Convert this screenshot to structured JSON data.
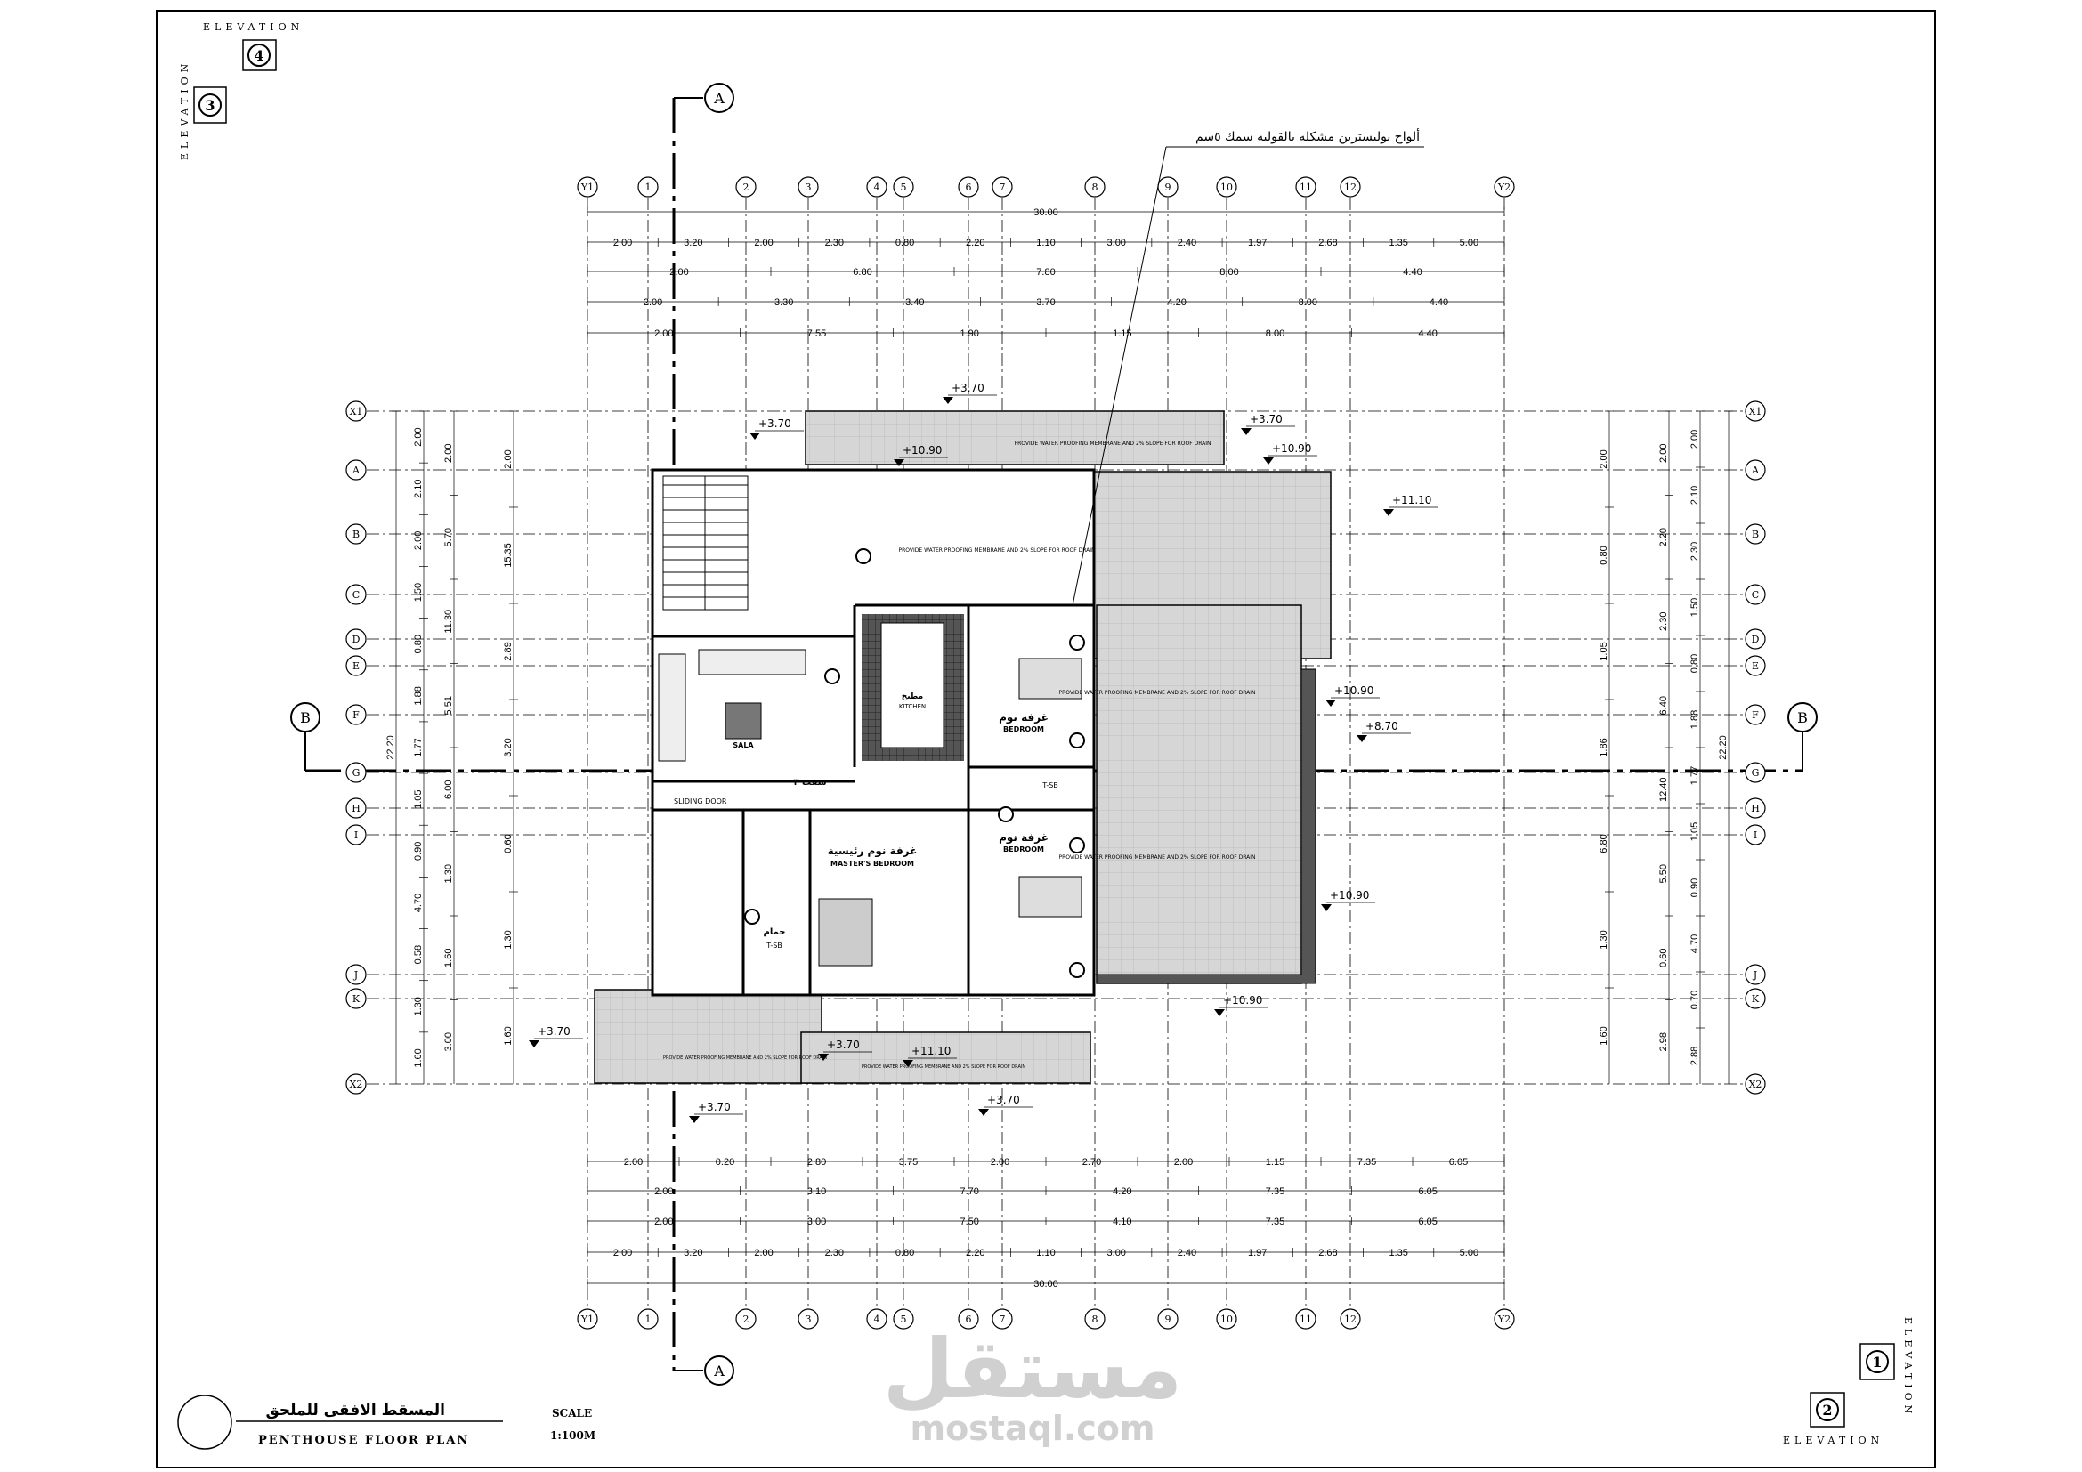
{
  "elevations": {
    "top_title": "ELEVATION",
    "left_title": "ELEVATION",
    "bottom_title": "ELEVATION",
    "right_title": "ELEVATION",
    "tag_top": "4",
    "tag_left": "3",
    "tag_bottom": "2",
    "tag_right": "1"
  },
  "sections": {
    "a": "A",
    "b": "B"
  },
  "grid_cols": [
    "Y1",
    "1",
    "2",
    "3",
    "4",
    "5",
    "6",
    "7",
    "8",
    "9",
    "10",
    "11",
    "12",
    "Y2"
  ],
  "grid_rows": [
    "X1",
    "A",
    "B",
    "C",
    "D",
    "E",
    "F",
    "G",
    "H",
    "I",
    "J",
    "K",
    "X2"
  ],
  "top_dims": {
    "overall": "30.00",
    "row1": [
      "2.00",
      "3.20",
      "2.00",
      "2.30",
      "0.80",
      "2.20",
      "1.10",
      "3.00",
      "2.40",
      "1.97",
      "2.68",
      "1.35",
      "5.00"
    ],
    "row2": [
      "2.00",
      "6.80",
      "7.80",
      "8.00",
      "4.40"
    ],
    "row3": [
      "2.00",
      "3.30",
      "3.40",
      "3.70",
      "4.20",
      "8.00",
      "4.40"
    ],
    "row4": [
      "2.00",
      "7.55",
      "1.90",
      "1.15",
      "8.00",
      "4.40"
    ]
  },
  "bottom_dims": {
    "overall": "30.00",
    "row1": [
      "2.00",
      "0.20",
      "2.80",
      "3.75",
      "2.00",
      "2.70",
      "2.00",
      "1.15",
      "7.35",
      "6.05"
    ],
    "row2": [
      "2.00",
      "3.10",
      "7.70",
      "4.20",
      "7.35",
      "6.05"
    ],
    "row3": [
      "2.00",
      "3.00",
      "7.50",
      "4.10",
      "7.35",
      "6.05"
    ],
    "row4": [
      "2.00",
      "3.20",
      "2.00",
      "2.30",
      "0.80",
      "2.20",
      "1.10",
      "3.00",
      "2.40",
      "1.97",
      "2.68",
      "1.35",
      "5.00"
    ]
  },
  "left_dims": {
    "overall": "22.20",
    "a": [
      "2.00",
      "2.10",
      "2.00",
      "1.50",
      "0.80",
      "1.88",
      "1.77",
      "1.05",
      "0.90",
      "4.70",
      "0.58",
      "1.30",
      "1.60"
    ],
    "b": [
      "2.00",
      "5.70",
      "11.30",
      "5.51",
      "6.00",
      "1.30",
      "1.60",
      "3.00"
    ],
    "c": [
      "2.00",
      "15.35",
      "2.89",
      "3.20",
      "0.60",
      "1.30",
      "1.60"
    ]
  },
  "right_dims": {
    "overall": "22.20",
    "a": [
      "2.00",
      "2.10",
      "2.30",
      "1.50",
      "0.80",
      "1.88",
      "1.77",
      "1.05",
      "0.90",
      "4.70",
      "0.70",
      "2.88"
    ],
    "b": [
      "2.00",
      "2.20",
      "2.30",
      "6.40",
      "12.40",
      "5.50",
      "0.60",
      "2.98"
    ],
    "c": [
      "2.00",
      "0.80",
      "1.05",
      "1.86",
      "6.80",
      "1.30",
      "1.60"
    ]
  },
  "levels": [
    "+3.70",
    "+3.70",
    "+3.70",
    "+3.70",
    "+3.70",
    "+3.70",
    "+3.70",
    "+10.90",
    "+10.90",
    "+10.90",
    "+10.90",
    "+10.90",
    "+11.10",
    "+11.10",
    "+8.70"
  ],
  "note_arabic": "ألواح بوليسترين مشكله بالقولبه سمك ٥سم",
  "rooms": {
    "bedroom1_ar": "غرفة نوم",
    "bedroom1_en": "BEDROOM",
    "bedroom2_ar": "غرفة نوم",
    "bedroom2_en": "BEDROOM",
    "master_ar": "غرفة نوم رئيسية",
    "master_en": "MASTER'S BEDROOM",
    "sala_en": "SALA",
    "kitchen_ar": "مطبخ",
    "kitchen_en": "KITCHEN",
    "bath_ar": "حمام",
    "bath_tag": "T-SB",
    "bath2_tag": "T-SB",
    "sliding": "SLIDING DOOR",
    "shaft": "شفت ٣",
    "roof_note": "PROVIDE WATER PROOFING MEMBRANE AND 2% SLOPE FOR ROOF DRAIN"
  },
  "title_block": {
    "title_ar": "المسقط الافقى للملحق",
    "title_en": "PENTHOUSE FLOOR PLAN",
    "scale_label": "SCALE",
    "scale_value": "1:100M"
  },
  "watermark": {
    "arabic": "مستقل",
    "latin": "mostaql.com"
  }
}
